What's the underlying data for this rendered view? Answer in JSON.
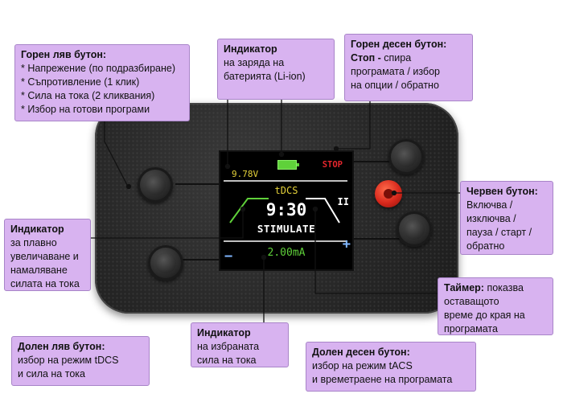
{
  "callouts": {
    "top_left": {
      "title": "Горен ляв бутон:",
      "lines": [
        "* Напрежение (по подразбиране)",
        "* Съпротивление (1 клик)",
        "* Сила на тока (2 кликвания)",
        "* Избор на готови програми"
      ]
    },
    "battery": {
      "title": "Индикатор",
      "lines": [
        "на заряда на",
        "батерията (Li-ion)"
      ]
    },
    "top_right": {
      "title": "Горен десен бутон:",
      "bold_prefix": "Стоп -",
      "lines": [
        " спира",
        "програмата / избор",
        "на опции / обратно"
      ]
    },
    "red": {
      "title": "Червен бутон:",
      "lines": [
        "Включва /",
        "изключва /",
        "пауза / старт /",
        "обратно"
      ]
    },
    "ramp": {
      "title": "Индикатор",
      "lines": [
        "за плавно",
        "увеличаване и",
        "намаляване",
        "силата на тока"
      ]
    },
    "timer": {
      "title": "Таймер:",
      "lines": [
        " показва",
        "оставащото",
        "време до края на",
        "програмата"
      ]
    },
    "current": {
      "title": "Индикатор",
      "lines": [
        "на избраната",
        "сила на тока"
      ]
    },
    "bottom_left": {
      "title": "Долен ляв бутон:",
      "lines": [
        "избор на режим tDCS",
        "и сила на тока"
      ]
    },
    "bottom_right": {
      "title": "Долен десен бутон:",
      "lines": [
        "избор на режим tACS",
        "и времетраене на програмата"
      ]
    }
  },
  "screen": {
    "voltage": "9.78V",
    "stop": "STOP",
    "mode": "tDCS",
    "time": "9:30",
    "status": "STIMULATE",
    "current": "2.00mA",
    "plus": "+",
    "minus": "−",
    "pause": "II"
  },
  "colors": {
    "callout_bg": "#d8b3f0",
    "screen_yellow": "#e5d23a",
    "screen_green": "#5fd13a",
    "screen_red": "#e6262d",
    "red_button": "#d8281c"
  }
}
